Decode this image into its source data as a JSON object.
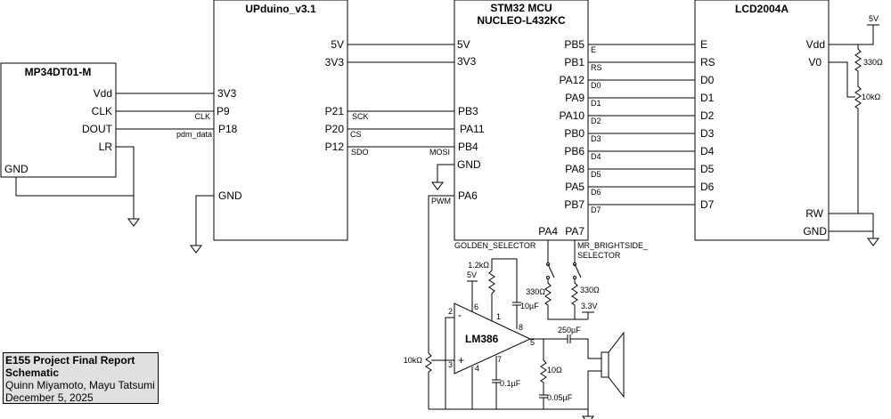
{
  "components": {
    "mic": {
      "name": "MP34DT01-M",
      "pins": {
        "vdd": "Vdd",
        "clk": "CLK",
        "dout": "DOUT",
        "lr": "LR",
        "gnd": "GND"
      }
    },
    "fpga": {
      "name": "UPduino_v3.1",
      "left_pins": {
        "v33": "3V3",
        "p9": "P9",
        "p18": "P18",
        "gnd": "GND"
      },
      "right_pins": {
        "v5": "5V",
        "v33": "3V3",
        "p21": "P21",
        "p20": "P20",
        "p12": "P12"
      }
    },
    "mcu": {
      "name_line1": "STM32 MCU",
      "name_line2": "NUCLEO-L432KC",
      "left_pins": {
        "v5": "5V",
        "v33": "3V3",
        "pb3": "PB3",
        "pa11": "PA11",
        "pb4": "PB4",
        "gnd": "GND",
        "pa6": "PA6"
      },
      "right_pins": [
        "PB5",
        "PB1",
        "PA12",
        "PA9",
        "PA10",
        "PB0",
        "PB6",
        "PA8",
        "PA5",
        "PB7"
      ],
      "bottom_pins": {
        "pa4": "PA4",
        "pa7": "PA7"
      }
    },
    "lcd": {
      "name": "LCD2004A",
      "left_pins": [
        "E",
        "RS",
        "D0",
        "D1",
        "D2",
        "D3",
        "D4",
        "D5",
        "D6",
        "D7"
      ],
      "right_pins": {
        "vdd": "Vdd",
        "v0": "V0",
        "rw": "RW",
        "gnd": "GND"
      }
    },
    "amp": {
      "name": "LM386",
      "pins": {
        "p1": "1",
        "p2": "2",
        "p3": "3",
        "p4": "4",
        "p5": "5",
        "p6": "6",
        "p7": "7",
        "p8": "8",
        "minus": "-",
        "plus": "+"
      }
    }
  },
  "nets": {
    "clk": "CLK",
    "pdm": "pdm_data",
    "sck": "SCK",
    "cs": "CS",
    "sdo": "SDO",
    "mosi": "MOSI",
    "pwm": "PWM",
    "lcd_bus": [
      "E",
      "RS",
      "D0",
      "D1",
      "D2",
      "D3",
      "D4",
      "D5",
      "D6",
      "D7"
    ],
    "golden": "GOLDEN_SELECTOR",
    "bright1": "MR_BRIGHTSIDE_",
    "bright2": "SELECTOR"
  },
  "values": {
    "lcd_5v": "5V",
    "r_lcd": "330Ω",
    "pot_lcd": "10kΩ",
    "r_gain": "1.2kΩ",
    "amp_5v": "5V",
    "c_gain": "10µF",
    "r_sel1": "330Ω",
    "r_sel2": "330Ω",
    "v_sel": "3.3V",
    "c_out": "250µF",
    "pot_in": "10kΩ",
    "c_bypass": "0.1µF",
    "r_zobel": "10Ω",
    "c_zobel": "0.05µF"
  },
  "title_block": {
    "line1": "E155 Project Final Report",
    "line2": "Schematic",
    "line3": "Quinn Miyamoto, Mayu Tatsumi",
    "line4": "December 5, 2025"
  }
}
